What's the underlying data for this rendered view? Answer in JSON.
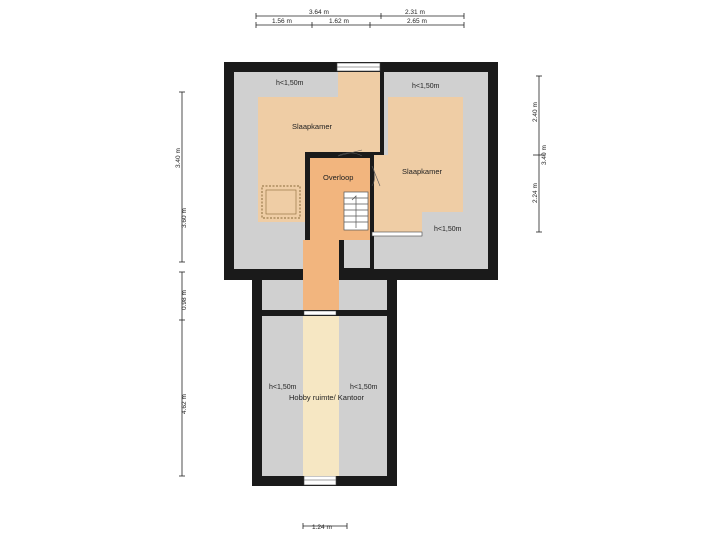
{
  "rooms": {
    "slaapkamer_left": "Slaapkamer",
    "slaapkamer_right": "Slaapkamer",
    "overloop": "Overloop",
    "hobby": "Hobby ruimte/ Kantoor"
  },
  "height_notes": {
    "top_left": "h<1,50m",
    "top_right": "h<1,50m",
    "right_lower": "h<1,50m",
    "hobby_left": "h<1,50m",
    "hobby_right": "h<1,50m"
  },
  "dimensions": {
    "top_total": "3.64 m",
    "top_right": "2.31 m",
    "top_a": "1.56 m",
    "top_b": "1.62 m",
    "top_c": "2.65 m",
    "left_upper": "3.40 m",
    "left_mid": "3.60 m",
    "left_small": "0.98 m",
    "left_lower": "4.62 m",
    "right_upper": "2.40 m",
    "right_total": "3.40 m",
    "right_lower": "2.24 m",
    "bottom": "1.24 m"
  },
  "colors": {
    "wall": "#1a1a1a",
    "low_ceiling": "#d0d0d0",
    "bedroom": "#efcda5",
    "landing": "#f2b57e",
    "hobby_strip": "#f6e7c3"
  }
}
